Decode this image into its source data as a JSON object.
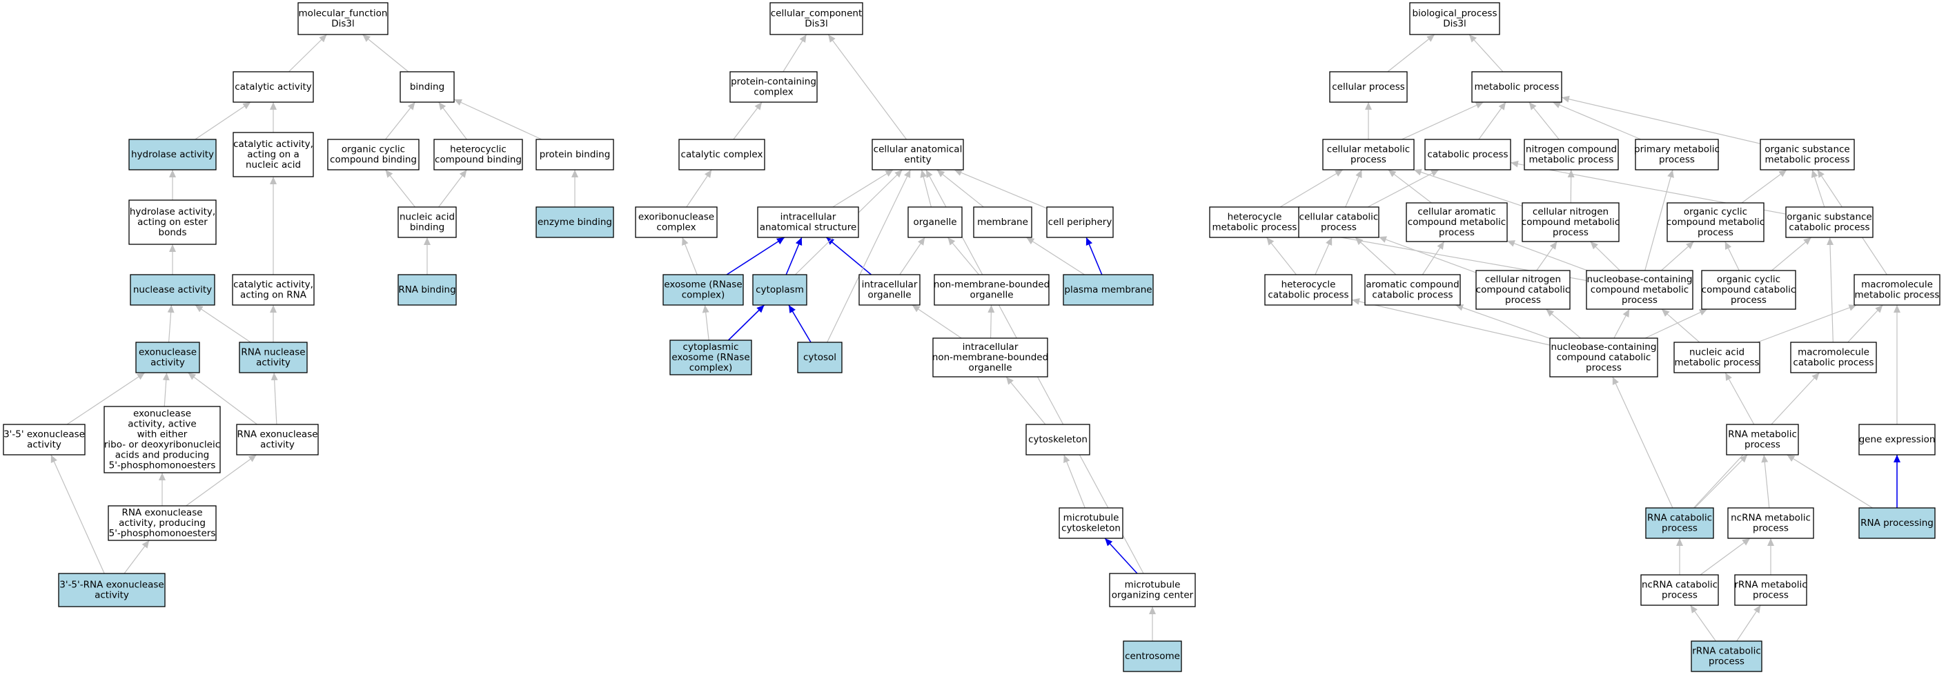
{
  "colors": {
    "node_fill": "#ffffff",
    "highlight_fill": "#add8e6",
    "edge_gray": "#c0c0c0",
    "edge_blue": "#0000ee"
  },
  "nodes": [
    {
      "id": "mf",
      "label": [
        "molecular_function",
        "Dis3l"
      ],
      "hl": false
    },
    {
      "id": "cat_act",
      "label": [
        "catalytic activity"
      ],
      "hl": false
    },
    {
      "id": "binding",
      "label": [
        "binding"
      ],
      "hl": false
    },
    {
      "id": "hydrolase",
      "label": [
        "hydrolase activity"
      ],
      "hl": true
    },
    {
      "id": "cat_na",
      "label": [
        "catalytic activity,",
        "acting on a",
        "nucleic acid"
      ],
      "hl": false
    },
    {
      "id": "org_cyc_bind",
      "label": [
        "organic cyclic",
        "compound binding"
      ],
      "hl": false
    },
    {
      "id": "het_bind",
      "label": [
        "heterocyclic",
        "compound binding"
      ],
      "hl": false
    },
    {
      "id": "prot_bind",
      "label": [
        "protein binding"
      ],
      "hl": false
    },
    {
      "id": "hyd_ester",
      "label": [
        "hydrolase activity,",
        "acting on ester",
        "bonds"
      ],
      "hl": false
    },
    {
      "id": "na_bind",
      "label": [
        "nucleic acid",
        "binding"
      ],
      "hl": false
    },
    {
      "id": "enz_bind",
      "label": [
        "enzyme binding"
      ],
      "hl": true
    },
    {
      "id": "nuclease",
      "label": [
        "nuclease activity"
      ],
      "hl": true
    },
    {
      "id": "cat_rna",
      "label": [
        "catalytic activity,",
        "acting on RNA"
      ],
      "hl": false
    },
    {
      "id": "rna_bind",
      "label": [
        "RNA binding"
      ],
      "hl": true
    },
    {
      "id": "exonuc",
      "label": [
        "exonuclease",
        "activity"
      ],
      "hl": true
    },
    {
      "id": "rna_nuc",
      "label": [
        "RNA nuclease",
        "activity"
      ],
      "hl": true
    },
    {
      "id": "exo35",
      "label": [
        "3'-5' exonuclease",
        "activity"
      ],
      "hl": false
    },
    {
      "id": "exo_either",
      "label": [
        "exonuclease",
        "activity, active",
        "with either",
        "ribo- or deoxyribonucleic",
        "acids and producing",
        "5'-phosphomonoesters"
      ],
      "hl": false
    },
    {
      "id": "rna_exo",
      "label": [
        "RNA exonuclease",
        "activity"
      ],
      "hl": false
    },
    {
      "id": "rna_exo5",
      "label": [
        "RNA exonuclease",
        "activity, producing",
        "5'-phosphomonoesters"
      ],
      "hl": false
    },
    {
      "id": "rna_exo35",
      "label": [
        "3'-5'-RNA exonuclease",
        "activity"
      ],
      "hl": true
    },
    {
      "id": "cc",
      "label": [
        "cellular_component",
        "Dis3l"
      ],
      "hl": false
    },
    {
      "id": "prot_cplx",
      "label": [
        "protein-containing",
        "complex"
      ],
      "hl": false
    },
    {
      "id": "cat_cplx",
      "label": [
        "catalytic complex"
      ],
      "hl": false
    },
    {
      "id": "cae",
      "label": [
        "cellular anatomical",
        "entity"
      ],
      "hl": false
    },
    {
      "id": "exoribo",
      "label": [
        "exoribonuclease",
        "complex"
      ],
      "hl": false
    },
    {
      "id": "ias",
      "label": [
        "intracellular",
        "anatomical structure"
      ],
      "hl": false
    },
    {
      "id": "organelle",
      "label": [
        "organelle"
      ],
      "hl": false
    },
    {
      "id": "membrane",
      "label": [
        "membrane"
      ],
      "hl": false
    },
    {
      "id": "cell_per",
      "label": [
        "cell periphery"
      ],
      "hl": false
    },
    {
      "id": "exosome",
      "label": [
        "exosome (RNase",
        "complex)"
      ],
      "hl": true
    },
    {
      "id": "cytoplasm",
      "label": [
        "cytoplasm"
      ],
      "hl": true
    },
    {
      "id": "ic_org",
      "label": [
        "intracellular",
        "organelle"
      ],
      "hl": false
    },
    {
      "id": "nmb_org",
      "label": [
        "non-membrane-bounded",
        "organelle"
      ],
      "hl": false
    },
    {
      "id": "plasma",
      "label": [
        "plasma membrane"
      ],
      "hl": true
    },
    {
      "id": "cyto_exo",
      "label": [
        "cytoplasmic",
        "exosome (RNase",
        "complex)"
      ],
      "hl": true
    },
    {
      "id": "cytosol",
      "label": [
        "cytosol"
      ],
      "hl": true
    },
    {
      "id": "ic_nmb",
      "label": [
        "intracellular",
        "non-membrane-bounded",
        "organelle"
      ],
      "hl": false
    },
    {
      "id": "cytosk",
      "label": [
        "cytoskeleton"
      ],
      "hl": false
    },
    {
      "id": "mt_cytosk",
      "label": [
        "microtubule",
        "cytoskeleton"
      ],
      "hl": false
    },
    {
      "id": "mtoc",
      "label": [
        "microtubule",
        "organizing center"
      ],
      "hl": false
    },
    {
      "id": "centro",
      "label": [
        "centrosome"
      ],
      "hl": true
    },
    {
      "id": "bp",
      "label": [
        "biological_process",
        "Dis3l"
      ],
      "hl": false
    },
    {
      "id": "cell_proc",
      "label": [
        "cellular process"
      ],
      "hl": false
    },
    {
      "id": "met_proc",
      "label": [
        "metabolic process"
      ],
      "hl": false
    },
    {
      "id": "cell_met",
      "label": [
        "cellular metabolic",
        "process"
      ],
      "hl": false
    },
    {
      "id": "catab",
      "label": [
        "catabolic process"
      ],
      "hl": false
    },
    {
      "id": "nit_met",
      "label": [
        "nitrogen compound",
        "metabolic process"
      ],
      "hl": false
    },
    {
      "id": "prim_met",
      "label": [
        "primary metabolic",
        "process"
      ],
      "hl": false
    },
    {
      "id": "org_sub_met",
      "label": [
        "organic substance",
        "metabolic process"
      ],
      "hl": false
    },
    {
      "id": "het_met",
      "label": [
        "heterocycle",
        "metabolic process"
      ],
      "hl": false
    },
    {
      "id": "cell_cat",
      "label": [
        "cellular catabolic",
        "process"
      ],
      "hl": false
    },
    {
      "id": "cell_arom",
      "label": [
        "cellular aromatic",
        "compound metabolic",
        "process"
      ],
      "hl": false
    },
    {
      "id": "cell_nit",
      "label": [
        "cellular nitrogen",
        "compound metabolic",
        "process"
      ],
      "hl": false
    },
    {
      "id": "org_cyc_met",
      "label": [
        "organic cyclic",
        "compound metabolic",
        "process"
      ],
      "hl": false
    },
    {
      "id": "org_sub_cat",
      "label": [
        "organic substance",
        "catabolic process"
      ],
      "hl": false
    },
    {
      "id": "het_cat",
      "label": [
        "heterocycle",
        "catabolic process"
      ],
      "hl": false
    },
    {
      "id": "arom_cat",
      "label": [
        "aromatic compound",
        "catabolic process"
      ],
      "hl": false
    },
    {
      "id": "cell_nit_cat",
      "label": [
        "cellular nitrogen",
        "compound catabolic",
        "process"
      ],
      "hl": false
    },
    {
      "id": "nb_met",
      "label": [
        "nucleobase-containing",
        "compound metabolic",
        "process"
      ],
      "hl": false
    },
    {
      "id": "org_cyc_cat",
      "label": [
        "organic cyclic",
        "compound catabolic",
        "process"
      ],
      "hl": false
    },
    {
      "id": "macro_met",
      "label": [
        "macromolecule",
        "metabolic process"
      ],
      "hl": false
    },
    {
      "id": "nb_cat",
      "label": [
        "nucleobase-containing",
        "compound catabolic",
        "process"
      ],
      "hl": false
    },
    {
      "id": "na_met",
      "label": [
        "nucleic acid",
        "metabolic process"
      ],
      "hl": false
    },
    {
      "id": "macro_cat",
      "label": [
        "macromolecule",
        "catabolic process"
      ],
      "hl": false
    },
    {
      "id": "rna_met",
      "label": [
        "RNA metabolic",
        "process"
      ],
      "hl": false
    },
    {
      "id": "gene_exp",
      "label": [
        "gene expression"
      ],
      "hl": false
    },
    {
      "id": "rna_cat",
      "label": [
        "RNA catabolic",
        "process"
      ],
      "hl": true
    },
    {
      "id": "ncrna_met",
      "label": [
        "ncRNA metabolic",
        "process"
      ],
      "hl": false
    },
    {
      "id": "rna_proc",
      "label": [
        "RNA processing"
      ],
      "hl": true
    },
    {
      "id": "ncrna_cat",
      "label": [
        "ncRNA catabolic",
        "process"
      ],
      "hl": false
    },
    {
      "id": "rrna_met",
      "label": [
        "rRNA metabolic",
        "process"
      ],
      "hl": false
    },
    {
      "id": "rrna_cat",
      "label": [
        "rRNA catabolic",
        "process"
      ],
      "hl": true
    }
  ],
  "edges": [
    [
      "cat_act",
      "mf",
      "g"
    ],
    [
      "binding",
      "mf",
      "g"
    ],
    [
      "hydrolase",
      "cat_act",
      "g"
    ],
    [
      "cat_na",
      "cat_act",
      "g"
    ],
    [
      "org_cyc_bind",
      "binding",
      "g"
    ],
    [
      "het_bind",
      "binding",
      "g"
    ],
    [
      "prot_bind",
      "binding",
      "g"
    ],
    [
      "hyd_ester",
      "hydrolase",
      "g"
    ],
    [
      "na_bind",
      "org_cyc_bind",
      "g"
    ],
    [
      "na_bind",
      "het_bind",
      "g"
    ],
    [
      "enz_bind",
      "prot_bind",
      "g"
    ],
    [
      "nuclease",
      "hyd_ester",
      "g"
    ],
    [
      "cat_rna",
      "cat_na",
      "g"
    ],
    [
      "rna_bind",
      "na_bind",
      "g"
    ],
    [
      "exonuc",
      "nuclease",
      "g"
    ],
    [
      "rna_nuc",
      "nuclease",
      "g"
    ],
    [
      "rna_nuc",
      "cat_rna",
      "g"
    ],
    [
      "exo35",
      "exonuc",
      "g"
    ],
    [
      "exo_either",
      "exonuc",
      "g"
    ],
    [
      "rna_exo",
      "exonuc",
      "g"
    ],
    [
      "rna_exo",
      "rna_nuc",
      "g"
    ],
    [
      "rna_exo5",
      "exo_either",
      "g"
    ],
    [
      "rna_exo5",
      "rna_exo",
      "g"
    ],
    [
      "rna_exo35",
      "exo35",
      "g"
    ],
    [
      "rna_exo35",
      "rna_exo5",
      "g"
    ],
    [
      "prot_cplx",
      "cc",
      "g"
    ],
    [
      "cae",
      "cc",
      "g"
    ],
    [
      "cat_cplx",
      "prot_cplx",
      "g"
    ],
    [
      "exoribo",
      "cat_cplx",
      "g"
    ],
    [
      "ias",
      "cae",
      "g"
    ],
    [
      "organelle",
      "cae",
      "g"
    ],
    [
      "membrane",
      "cae",
      "g"
    ],
    [
      "cell_per",
      "cae",
      "g"
    ],
    [
      "exosome",
      "exoribo",
      "g"
    ],
    [
      "exosome",
      "ias",
      "b"
    ],
    [
      "cytoplasm",
      "ias",
      "b"
    ],
    [
      "ic_org",
      "ias",
      "b"
    ],
    [
      "ic_org",
      "organelle",
      "g"
    ],
    [
      "nmb_org",
      "organelle",
      "g"
    ],
    [
      "plasma",
      "membrane",
      "g"
    ],
    [
      "plasma",
      "cell_per",
      "b"
    ],
    [
      "cyto_exo",
      "exosome",
      "g"
    ],
    [
      "cyto_exo",
      "cytoplasm",
      "b"
    ],
    [
      "cytosol",
      "cytoplasm",
      "b"
    ],
    [
      "cytosol",
      "cae",
      "g"
    ],
    [
      "cytoplasm",
      "cae",
      "g"
    ],
    [
      "ic_nmb",
      "ic_org",
      "g"
    ],
    [
      "ic_nmb",
      "nmb_org",
      "g"
    ],
    [
      "cytosk",
      "ic_nmb",
      "g"
    ],
    [
      "mt_cytosk",
      "cytosk",
      "g"
    ],
    [
      "mtoc",
      "mt_cytosk",
      "b"
    ],
    [
      "mtoc",
      "cae",
      "g"
    ],
    [
      "centro",
      "mtoc",
      "g"
    ],
    [
      "cell_proc",
      "bp",
      "g"
    ],
    [
      "met_proc",
      "bp",
      "g"
    ],
    [
      "cell_met",
      "cell_proc",
      "g"
    ],
    [
      "cell_met",
      "met_proc",
      "g"
    ],
    [
      "catab",
      "met_proc",
      "g"
    ],
    [
      "nit_met",
      "met_proc",
      "g"
    ],
    [
      "prim_met",
      "met_proc",
      "g"
    ],
    [
      "org_sub_met",
      "met_proc",
      "g"
    ],
    [
      "het_met",
      "cell_met",
      "g"
    ],
    [
      "cell_cat",
      "cell_met",
      "g"
    ],
    [
      "cell_cat",
      "catab",
      "g"
    ],
    [
      "cell_arom",
      "cell_met",
      "g"
    ],
    [
      "cell_nit",
      "cell_met",
      "g"
    ],
    [
      "cell_nit",
      "nit_met",
      "g"
    ],
    [
      "org_cyc_met",
      "org_sub_met",
      "g"
    ],
    [
      "org_sub_cat",
      "org_sub_met",
      "g"
    ],
    [
      "org_sub_cat",
      "catab",
      "g"
    ],
    [
      "het_cat",
      "het_met",
      "g"
    ],
    [
      "het_cat",
      "cell_cat",
      "g"
    ],
    [
      "arom_cat",
      "cell_arom",
      "g"
    ],
    [
      "arom_cat",
      "cell_cat",
      "g"
    ],
    [
      "cell_nit_cat",
      "cell_nit",
      "g"
    ],
    [
      "cell_nit_cat",
      "cell_cat",
      "g"
    ],
    [
      "nb_met",
      "het_met",
      "g"
    ],
    [
      "nb_met",
      "cell_arom",
      "g"
    ],
    [
      "nb_met",
      "cell_nit",
      "g"
    ],
    [
      "nb_met",
      "org_cyc_met",
      "g"
    ],
    [
      "nb_met",
      "prim_met",
      "g"
    ],
    [
      "org_cyc_cat",
      "org_cyc_met",
      "g"
    ],
    [
      "org_cyc_cat",
      "org_sub_cat",
      "g"
    ],
    [
      "macro_met",
      "org_sub_met",
      "g"
    ],
    [
      "nb_cat",
      "het_cat",
      "g"
    ],
    [
      "nb_cat",
      "arom_cat",
      "g"
    ],
    [
      "nb_cat",
      "cell_nit_cat",
      "g"
    ],
    [
      "nb_cat",
      "nb_met",
      "g"
    ],
    [
      "nb_cat",
      "org_cyc_cat",
      "g"
    ],
    [
      "na_met",
      "nb_met",
      "g"
    ],
    [
      "na_met",
      "macro_met",
      "g"
    ],
    [
      "macro_cat",
      "macro_met",
      "g"
    ],
    [
      "macro_cat",
      "org_sub_cat",
      "g"
    ],
    [
      "rna_met",
      "na_met",
      "g"
    ],
    [
      "gene_exp",
      "macro_met",
      "g"
    ],
    [
      "rna_cat",
      "nb_cat",
      "g"
    ],
    [
      "rna_cat",
      "macro_cat",
      "g"
    ],
    [
      "rna_cat",
      "rna_met",
      "g"
    ],
    [
      "ncrna_met",
      "rna_met",
      "g"
    ],
    [
      "rna_proc",
      "rna_met",
      "g"
    ],
    [
      "rna_proc",
      "gene_exp",
      "b"
    ],
    [
      "ncrna_cat",
      "rna_cat",
      "g"
    ],
    [
      "ncrna_cat",
      "ncrna_met",
      "g"
    ],
    [
      "rrna_met",
      "ncrna_met",
      "g"
    ],
    [
      "rrna_cat",
      "ncrna_cat",
      "g"
    ],
    [
      "rrna_cat",
      "rrna_met",
      "g"
    ]
  ]
}
